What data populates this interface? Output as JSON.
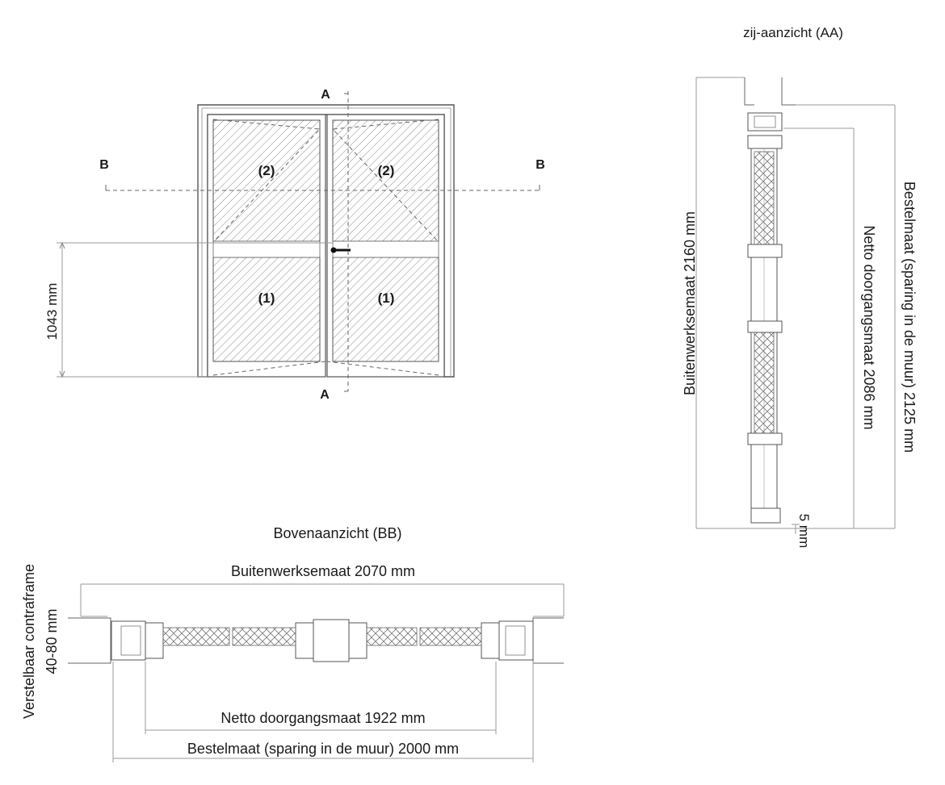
{
  "front_view": {
    "section_mark_a": "A",
    "section_mark_b": "B",
    "panel_upper": "(2)",
    "panel_lower": "(1)",
    "handle_height": "1043 mm"
  },
  "side_view": {
    "title": "zij-aanzicht  (AA)",
    "outer_dimension": "Buitenwerksemaat 2160 mm",
    "net_passage": "Netto doorgangsmaat 2086 mm",
    "order_size": "Bestelmaat (sparing in de muur) 2125 mm",
    "gap": "5 mm"
  },
  "top_view": {
    "title": "Bovenaanzicht (BB)",
    "outer_dimension": "Buitenwerksemaat 2070 mm",
    "net_passage": "Netto doorgangsmaat 1922 mm",
    "order_size": "Bestelmaat (sparing in de muur) 2000 mm",
    "frame_label_line1": "Verstelbaar contraframe",
    "frame_label_line2": "40-80 mm"
  }
}
